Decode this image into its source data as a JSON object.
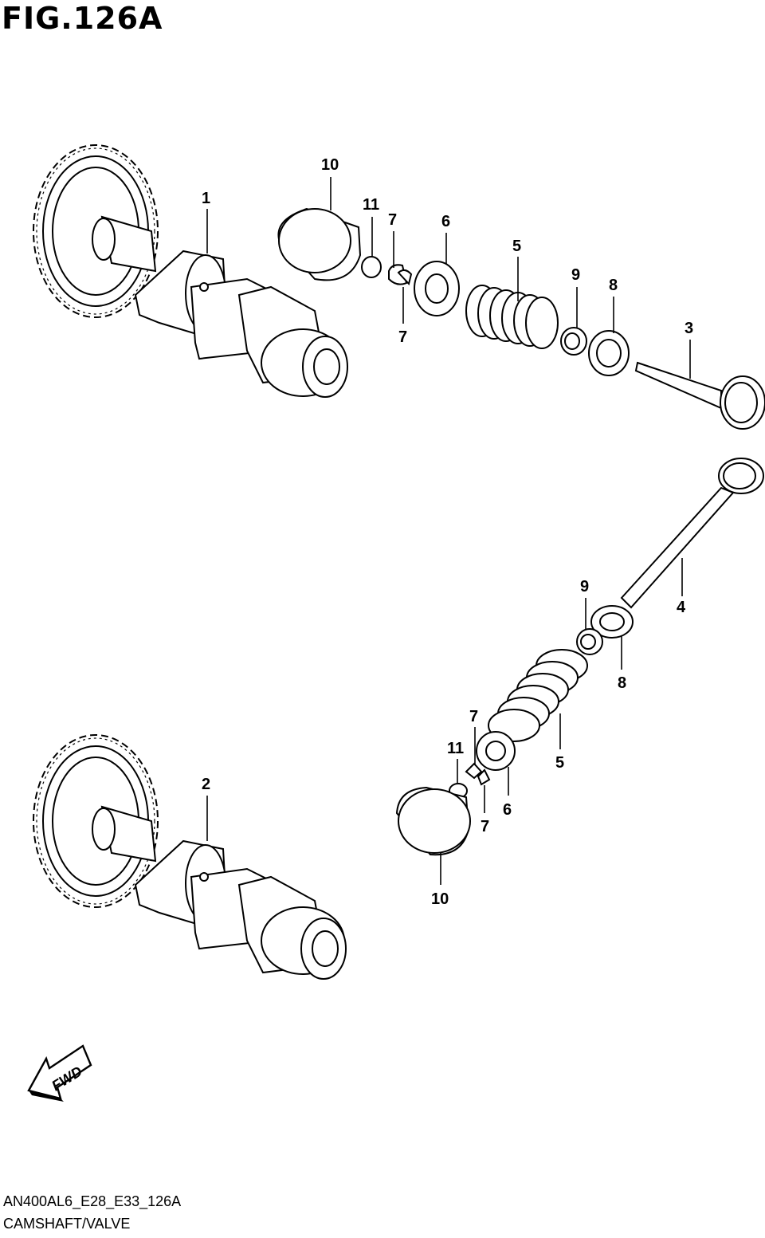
{
  "title": "FIG.126A",
  "fwd_label": "FWD",
  "callouts": [
    "1",
    "2",
    "3",
    "4",
    "5",
    "5",
    "6",
    "6",
    "7",
    "7",
    "7",
    "7",
    "8",
    "8",
    "9",
    "9",
    "10",
    "10",
    "11",
    "11"
  ],
  "footer": {
    "model_code": "AN400AL6_E28_E33_126A",
    "caption": "CAMSHAFT/VALVE"
  }
}
